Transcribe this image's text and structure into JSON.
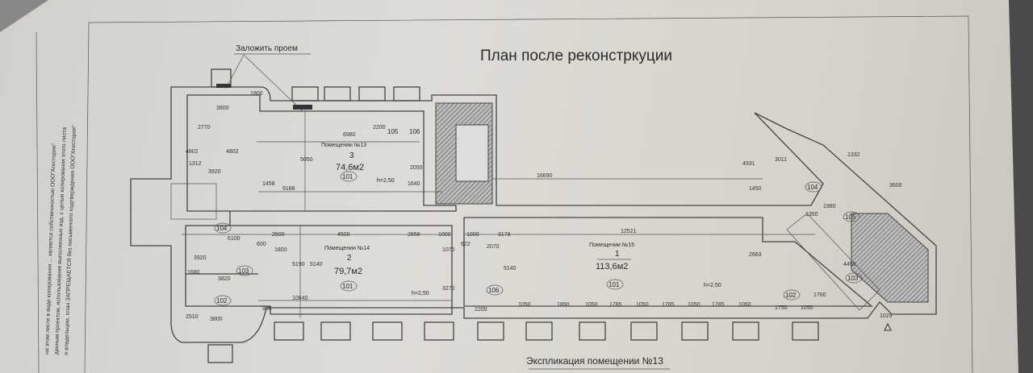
{
  "plan": {
    "title": "План после реконстркуции",
    "note": "Заложить проем",
    "footer": "Экспликация помещении №13",
    "margin_text": [
      "на этом листе в виде копирования ... является собственностью ООО\"Агестория\"",
      "данным проектом, использование выполненных изд. с целью копирования этого листа",
      "и владельцем, план ЗАПРЕЩАЕТСЯ без письменного подтверждения ООО\"Агестория\""
    ]
  },
  "rooms": [
    {
      "name": "Помещении №13",
      "number": "3",
      "area": "74,6м2",
      "tag": "101",
      "height": "h=2,50"
    },
    {
      "name": "Помещении №14",
      "number": "2",
      "area": "79,7м2",
      "tag": "101",
      "height": "h=2,50"
    },
    {
      "name": "Помещении №15",
      "number": "1",
      "area": "113,6м2",
      "tag": "101",
      "height": "h=2,50"
    }
  ],
  "tags": [
    "104",
    "103",
    "102",
    "105",
    "106",
    "106",
    "104",
    "105",
    "103",
    "102"
  ],
  "dimensions": {
    "top": [
      "3800",
      "1900",
      "2770",
      "4802",
      "4802",
      "6980",
      "5050",
      "2200",
      "3920",
      "1312",
      "9188",
      "1458",
      "1640",
      "2050",
      "16690"
    ],
    "middle": [
      "6100",
      "2500",
      "4500",
      "2658",
      "1000",
      "1000",
      "3178",
      "12521",
      "600",
      "1800",
      "2070",
      "622",
      "3920",
      "3820",
      "1680"
    ],
    "bottom": [
      "5190",
      "5140",
      "10640",
      "3270",
      "1070",
      "930",
      "3800",
      "2510",
      "5140",
      "1050",
      "1890",
      "1050",
      "1785",
      "1050",
      "1785",
      "1050",
      "1785",
      "1050",
      "1750",
      "1050",
      "1029",
      "2200"
    ],
    "right": [
      "4931",
      "3011",
      "1450",
      "1332",
      "3600",
      "1980",
      "1350",
      "4450",
      "2663",
      "1760"
    ]
  }
}
